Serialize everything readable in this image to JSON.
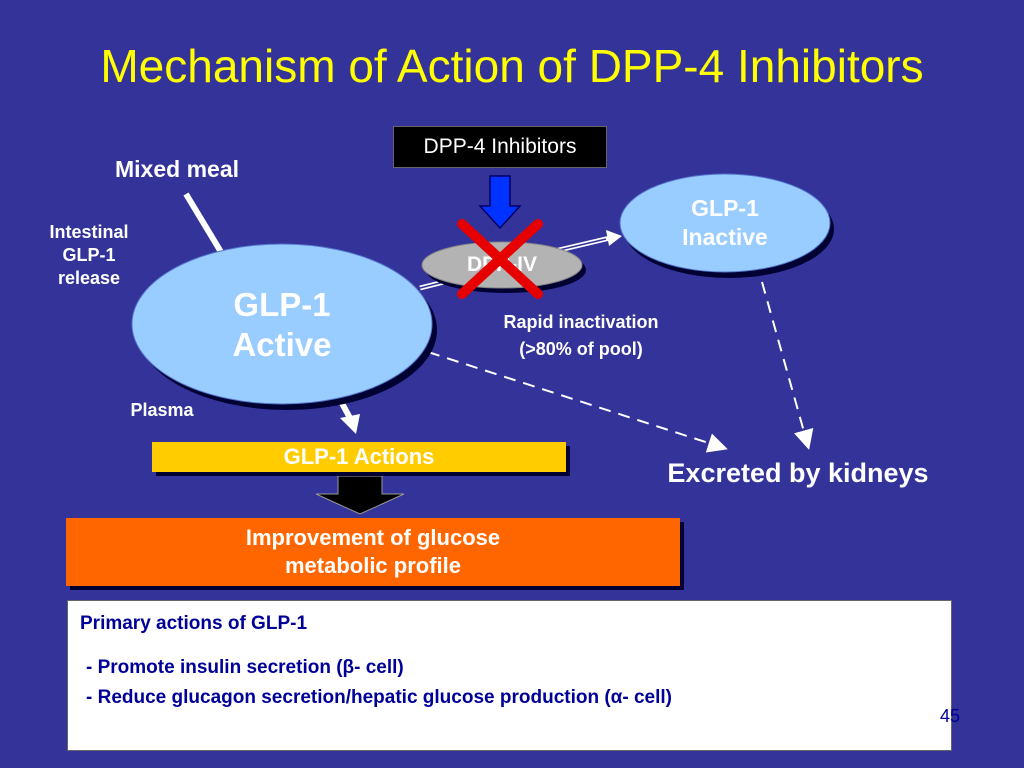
{
  "title": "Mechanism of Action of DPP-4 Inhibitors",
  "labels": {
    "inhibitors": "DPP-4 Inhibitors",
    "mixed_meal": "Mixed meal",
    "intestinal_line1": "Intestinal",
    "intestinal_line2": "GLP-1",
    "intestinal_line3": "release",
    "glp1_active_line1": "GLP-1",
    "glp1_active_line2": "Active",
    "dppiv": "DPP-IV",
    "glp1_inactive_line1": "GLP-1",
    "glp1_inactive_line2": "Inactive",
    "rapid_line1": "Rapid inactivation",
    "rapid_line2": "(>80% of pool)",
    "plasma": "Plasma",
    "excreted": "Excreted by kidneys",
    "actions": "GLP-1 Actions",
    "improvement_line1": "Improvement of glucose",
    "improvement_line2": "metabolic profile"
  },
  "primary_actions": {
    "heading": "Primary actions of GLP-1",
    "items": [
      "- Promote insulin secretion (β- cell)",
      "- Reduce glucagon secretion/hepatic glucose production (α- cell)"
    ]
  },
  "page_number": "45",
  "colors": {
    "background": "#333399",
    "title": "#ffff00",
    "ellipse_fill": "#99ccff",
    "dppiv_fill": "#b3b3b3",
    "actions_bar": "#ffcc00",
    "improvement_box": "#ff6600",
    "blocked_cross": "#e60000",
    "inhibitor_arrow": "#0033ff"
  },
  "icons": {
    "blocked": "red-x-icon",
    "down_arrow": "block-down-arrow-icon"
  }
}
